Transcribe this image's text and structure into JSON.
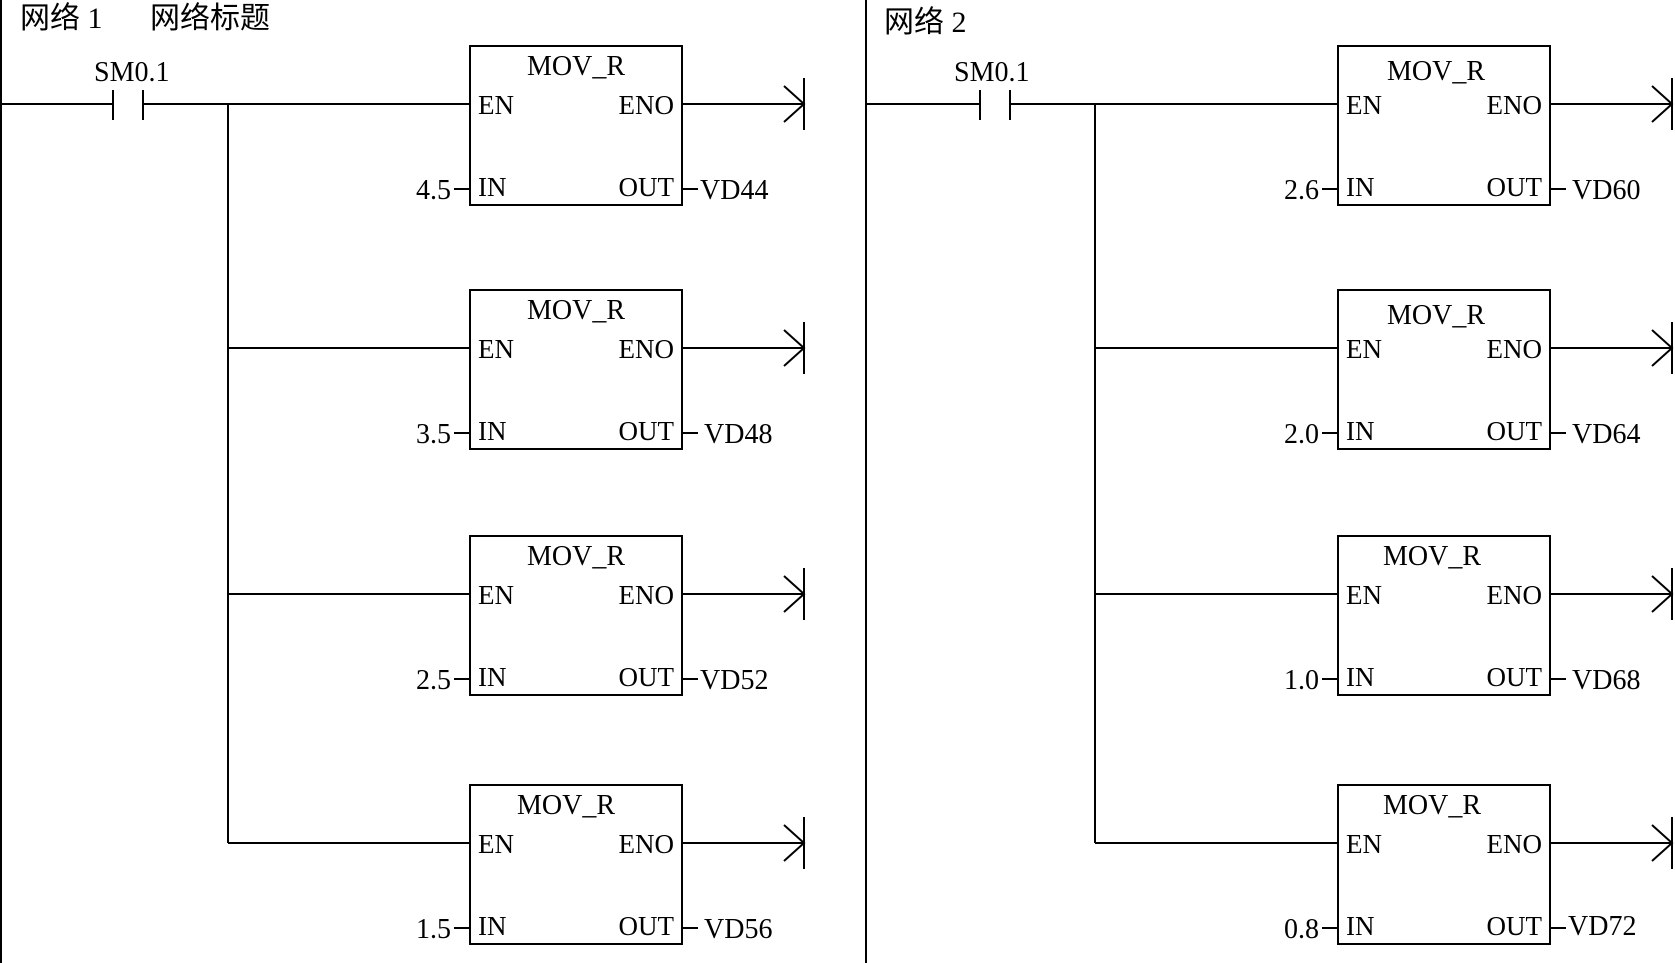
{
  "networks": [
    {
      "id": "n1",
      "label": "网络 1",
      "title": "网络标题",
      "contact": "SM0.1",
      "blocks": [
        {
          "name": "MOV_R",
          "en": "EN",
          "eno": "ENO",
          "in_pin": "IN",
          "out_pin": "OUT",
          "in_value": "4.5",
          "out_value": "VD44"
        },
        {
          "name": "MOV_R",
          "en": "EN",
          "eno": "ENO",
          "in_pin": "IN",
          "out_pin": "OUT",
          "in_value": "3.5",
          "out_value": "VD48"
        },
        {
          "name": "MOV_R",
          "en": "EN",
          "eno": "ENO",
          "in_pin": "IN",
          "out_pin": "OUT",
          "in_value": "2.5",
          "out_value": "VD52"
        },
        {
          "name": "MOV_R",
          "en": "EN",
          "eno": "ENO",
          "in_pin": "IN",
          "out_pin": "OUT",
          "in_value": "1.5",
          "out_value": "VD56"
        }
      ]
    },
    {
      "id": "n2",
      "label": "网络 2",
      "title": "",
      "contact": "SM0.1",
      "blocks": [
        {
          "name": "MOV_R",
          "en": "EN",
          "eno": "ENO",
          "in_pin": "IN",
          "out_pin": "OUT",
          "in_value": "2.6",
          "out_value": "VD60"
        },
        {
          "name": "MOV_R",
          "en": "EN",
          "eno": "ENO",
          "in_pin": "IN",
          "out_pin": "OUT",
          "in_value": "2.0",
          "out_value": "VD64"
        },
        {
          "name": "MOV_R",
          "en": "EN",
          "eno": "ENO",
          "in_pin": "IN",
          "out_pin": "OUT",
          "in_value": "1.0",
          "out_value": "VD68"
        },
        {
          "name": "MOV_R",
          "en": "EN",
          "eno": "ENO",
          "in_pin": "IN",
          "out_pin": "OUT",
          "in_value": "0.8",
          "out_value": "VD72"
        }
      ]
    }
  ]
}
